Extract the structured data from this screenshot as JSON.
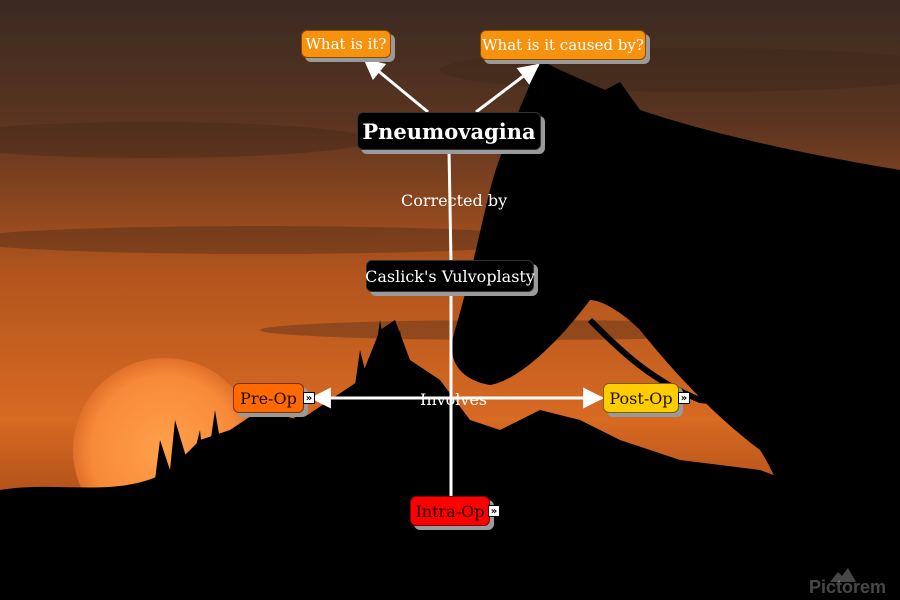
{
  "nodes": {
    "what_is_it": "What is it?",
    "caused_by": "What is it caused by?",
    "pneumovagina": "Pneumovagina",
    "caslicks": "Caslick's Vulvoplasty",
    "pre_op": "Pre-Op",
    "post_op": "Post-Op",
    "intra_op": "Intra-Op"
  },
  "edges": {
    "corrected_by": "Corrected by",
    "involves": "Involves"
  },
  "watermark": "Pictorem",
  "colors": {
    "question": "#f7920f",
    "main": "#000000",
    "pre_op": "#ff6a00",
    "post_op": "#ffcc00",
    "intra_op": "#ff0000"
  }
}
